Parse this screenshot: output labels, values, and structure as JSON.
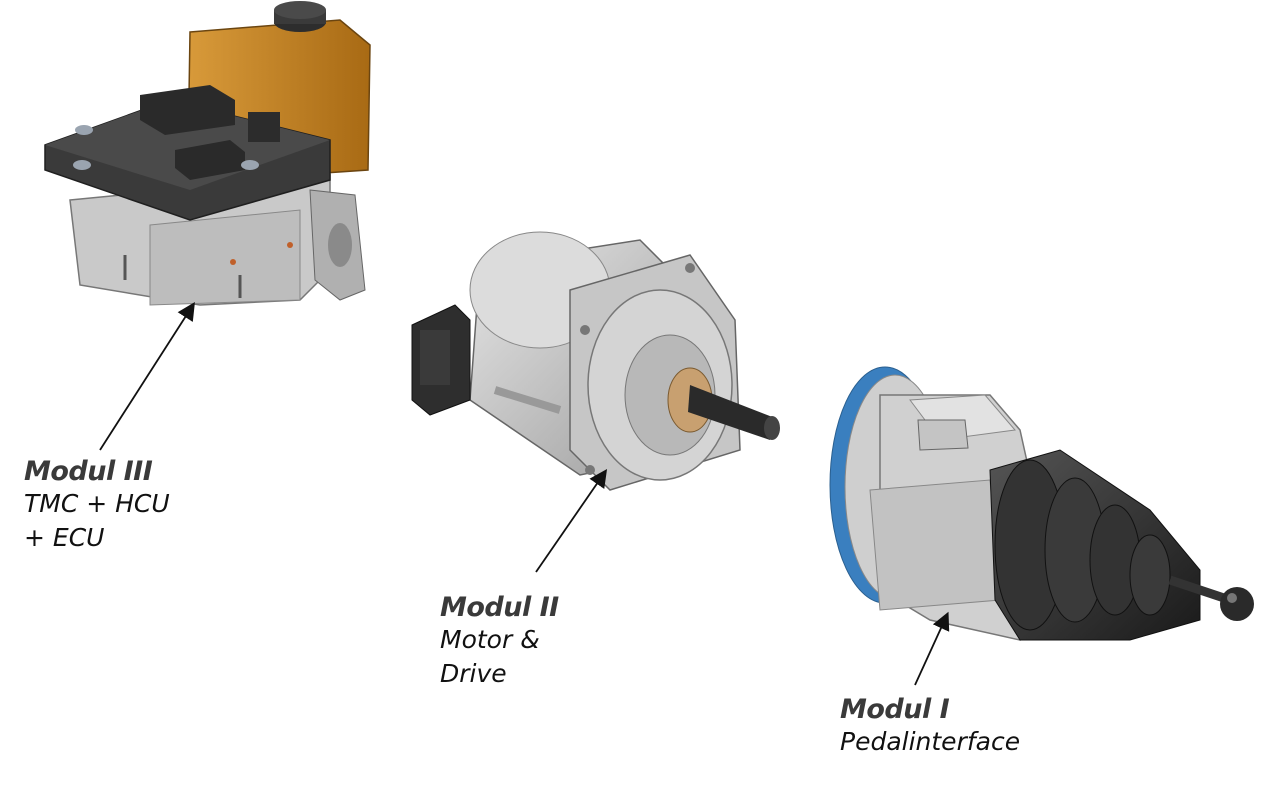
{
  "modules": [
    {
      "id": "modul-3",
      "title": "Modul III",
      "lines": [
        "TMC + HCU",
        "+ ECU"
      ]
    },
    {
      "id": "modul-2",
      "title": "Modul II",
      "lines": [
        "Motor &",
        "Drive"
      ]
    },
    {
      "id": "modul-1",
      "title": "Modul I",
      "lines": [
        "Pedalinterface"
      ]
    }
  ],
  "colors": {
    "reservoir": "#c8841e",
    "ecu_cover": "#3a3a3a",
    "housing_grey": "#c9c9c9",
    "motor_grey": "#d2d2d2",
    "boot_black": "#2a2a2a",
    "flange_blue": "#3a7fbf"
  }
}
